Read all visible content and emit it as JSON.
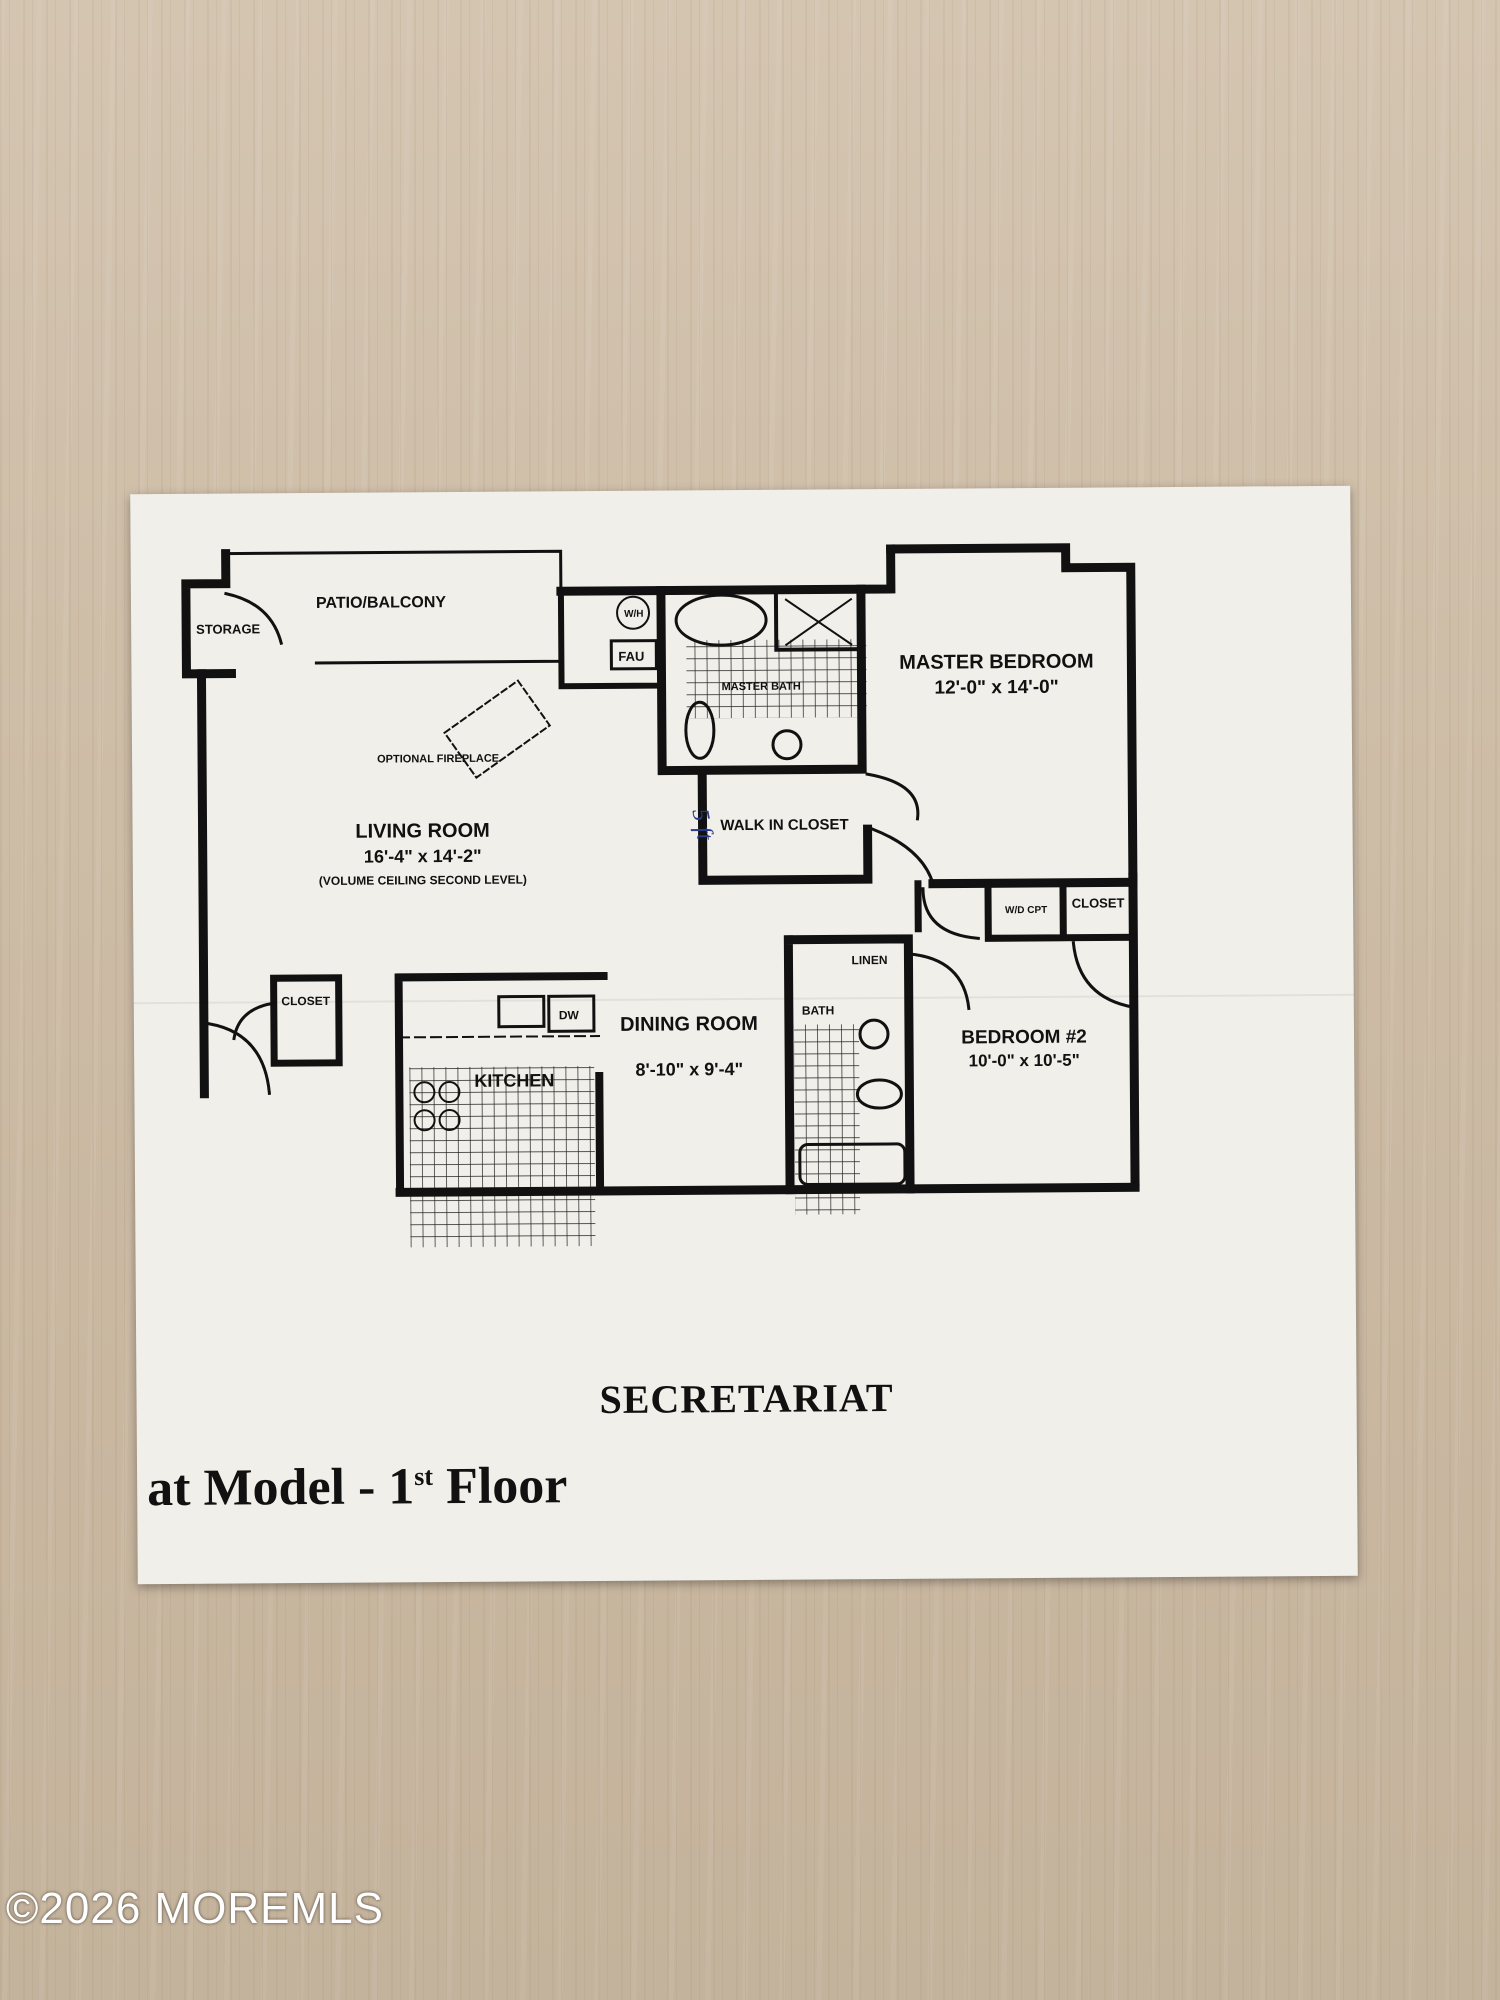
{
  "plan": {
    "rooms": {
      "patio": "PATIO/BALCONY",
      "storage": "STORAGE",
      "wh": "W/H",
      "fau": "FAU",
      "master_bath": "MASTER BATH",
      "master_bedroom_name": "MASTER BEDROOM",
      "master_bedroom_size": "12'-0\" x 14'-0\"",
      "fireplace": "OPTIONAL FIREPLACE",
      "walk_in_closet": "WALK IN CLOSET",
      "living_room_name": "LIVING ROOM",
      "living_room_size": "16'-4\" x 14'-2\"",
      "living_room_note": "(VOLUME CEILING SECOND LEVEL)",
      "wd": "W/D CPT",
      "closet_bed2": "CLOSET",
      "linen": "LINEN",
      "bath": "BATH",
      "bedroom2_name": "BEDROOM #2",
      "bedroom2_size": "10'-0\" x 10'-5\"",
      "closet_entry": "CLOSET",
      "dw": "DW",
      "kitchen": "KITCHEN",
      "dining_room_name": "DINING ROOM",
      "dining_room_size": "8'-10\" x 9'-4\""
    },
    "handwritten": "5 ft"
  },
  "caption": {
    "title": "SECRETARIAT",
    "subtitle_prefix": "at Model - 1",
    "subtitle_sup": "st",
    "subtitle_suffix": " Floor"
  },
  "watermark": "©2026 MOREMLS"
}
